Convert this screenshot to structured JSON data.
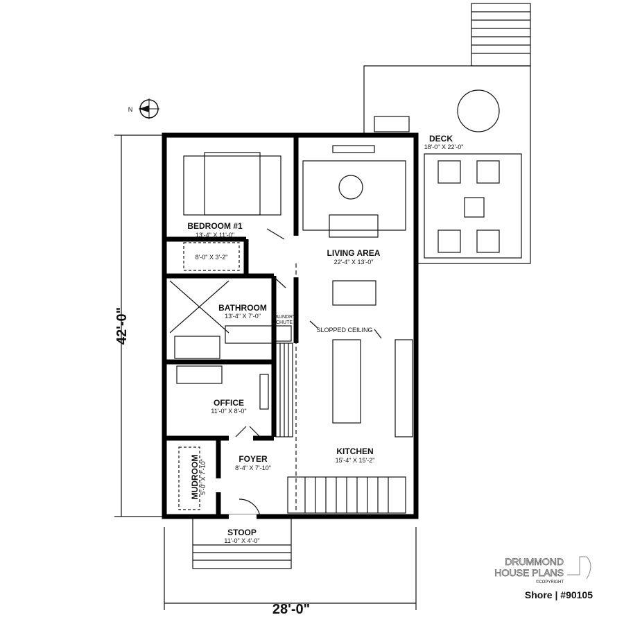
{
  "plan": {
    "rooms": {
      "bedroom": {
        "name": "BEDROOM #1",
        "size": "13'-4\" X 11'-0\""
      },
      "closet": {
        "size": "8'-0\" X 3'-2\""
      },
      "bathroom": {
        "name": "BATHROOM",
        "size": "13'-4\" X 7'-0\""
      },
      "laundry": {
        "line1": "LAUNDRY",
        "line2": "CHUTE"
      },
      "office": {
        "name": "OFFICE",
        "size": "11'-0\" X 8'-0\""
      },
      "mudroom": {
        "name": "MUDROOM",
        "size": "5'-0\" X 7'-10\""
      },
      "foyer": {
        "name": "FOYER",
        "size": "8'-4\" X 7'-10\""
      },
      "living": {
        "name": "LIVING AREA",
        "size": "22'-4\" X 13'-0\""
      },
      "kitchen": {
        "name": "KITCHEN",
        "size": "15'-4\" X 15'-2\""
      },
      "deck": {
        "name": "DECK",
        "size": "18'-0\" X 22'-0\""
      },
      "stoop": {
        "name": "STOOP",
        "size": "11'-0\" X 4'-0\""
      }
    },
    "annotations": {
      "ceiling": "SLOPPED CEILING",
      "north": "N"
    },
    "dimensions": {
      "depth": "42'-0\"",
      "width": "28'-0\""
    }
  },
  "branding": {
    "line1": "DRUMMOND",
    "line2": "HOUSE PLANS",
    "copyright": "©COPYRIGHT",
    "plan_name": "Shore | #90105"
  }
}
